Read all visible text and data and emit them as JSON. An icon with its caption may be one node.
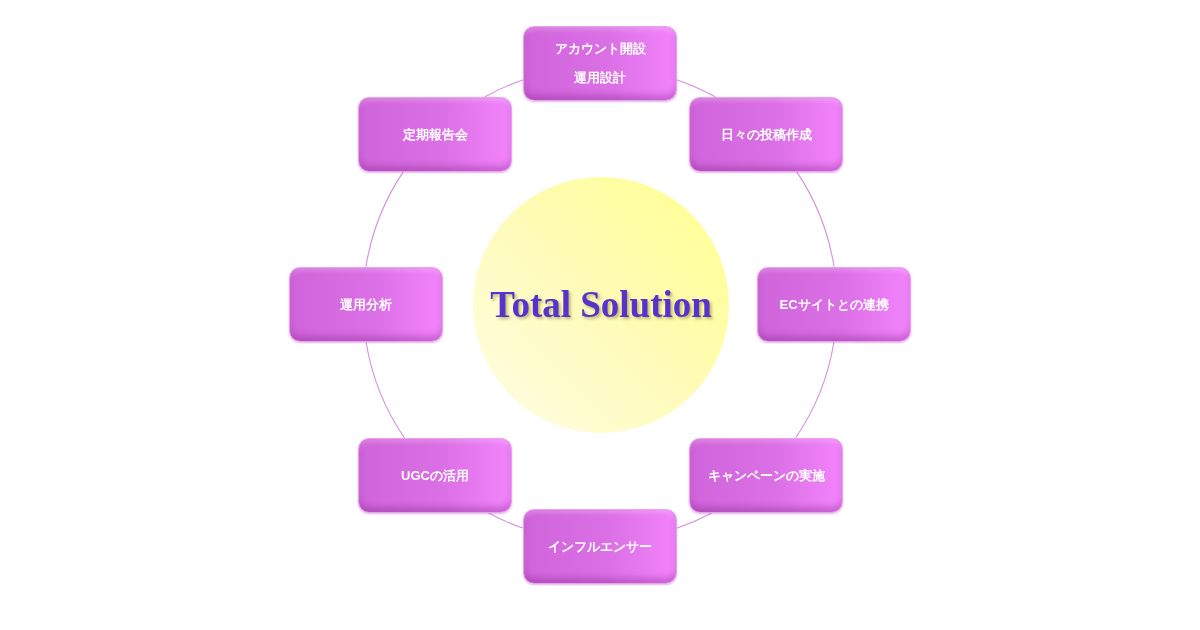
{
  "diagram": {
    "nodes": [
      {
        "text": [
          "Total Solution"
        ]
      },
      {
        "text": [
          "アカウント開設",
          "運用設計"
        ]
      },
      {
        "text": [
          "日々の投稿作成"
        ]
      },
      {
        "text": [
          "ECサイトとの連携"
        ]
      },
      {
        "text": [
          "キャンペーンの実施"
        ]
      },
      {
        "text": [
          "インフルエンサー"
        ]
      },
      {
        "text": [
          "UGCの活用"
        ]
      },
      {
        "text": [
          "運用分析"
        ]
      },
      {
        "text": [
          "定期報告会"
        ]
      }
    ],
    "edges": [
      {
        "from": 1,
        "to": 2,
        "arrow": "none"
      },
      {
        "from": 2,
        "to": 3,
        "arrow": "none"
      },
      {
        "from": 3,
        "to": 4,
        "arrow": "none"
      },
      {
        "from": 4,
        "to": 5,
        "arrow": "none"
      },
      {
        "from": 5,
        "to": 6,
        "arrow": "none"
      },
      {
        "from": 6,
        "to": 7,
        "arrow": "none"
      },
      {
        "from": 7,
        "to": 8,
        "arrow": "none"
      },
      {
        "from": 8,
        "to": 1,
        "arrow": "none"
      }
    ]
  }
}
